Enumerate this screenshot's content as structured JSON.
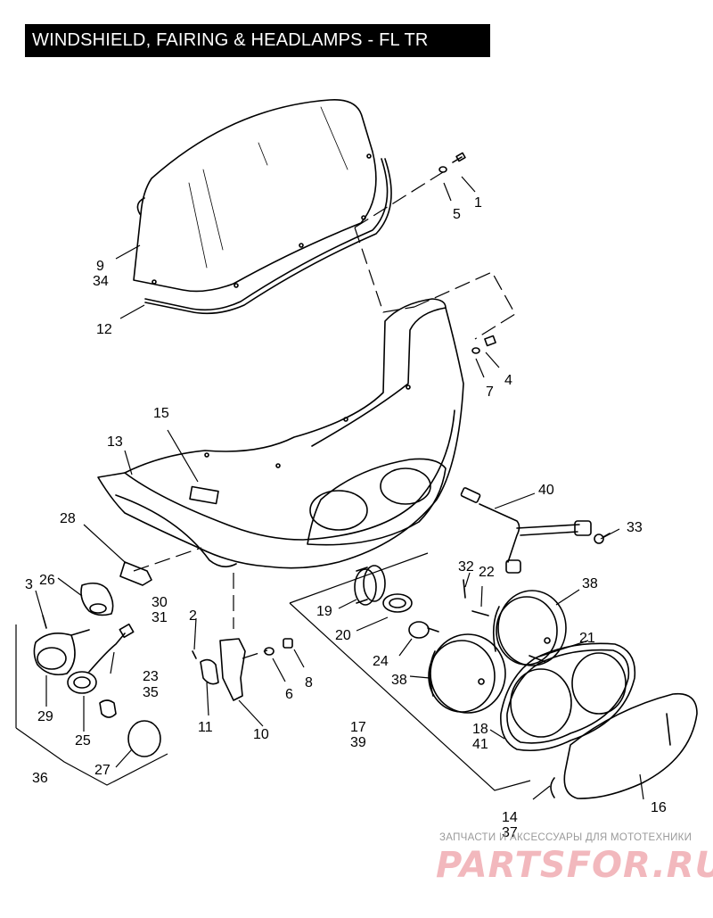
{
  "title": "WINDSHIELD, FAIRING & HEADLAMPS - FL TR",
  "callouts": [
    {
      "id": "c1",
      "text": "1"
    },
    {
      "id": "c5",
      "text": "5"
    },
    {
      "id": "c9",
      "text": "9"
    },
    {
      "id": "c34",
      "text": "34"
    },
    {
      "id": "c12",
      "text": "12"
    },
    {
      "id": "c7",
      "text": "7"
    },
    {
      "id": "c4",
      "text": "4"
    },
    {
      "id": "c15",
      "text": "15"
    },
    {
      "id": "c13",
      "text": "13"
    },
    {
      "id": "c40",
      "text": "40"
    },
    {
      "id": "c33",
      "text": "33"
    },
    {
      "id": "c28",
      "text": "28"
    },
    {
      "id": "c32",
      "text": "32"
    },
    {
      "id": "c22",
      "text": "22"
    },
    {
      "id": "c38a",
      "text": "38"
    },
    {
      "id": "c26",
      "text": "26"
    },
    {
      "id": "c3",
      "text": "3"
    },
    {
      "id": "c30",
      "text": "30"
    },
    {
      "id": "c31",
      "text": "31"
    },
    {
      "id": "c19",
      "text": "19"
    },
    {
      "id": "c2",
      "text": "2"
    },
    {
      "id": "c20",
      "text": "20"
    },
    {
      "id": "c21",
      "text": "21"
    },
    {
      "id": "c24",
      "text": "24"
    },
    {
      "id": "c8",
      "text": "8"
    },
    {
      "id": "c6",
      "text": "6"
    },
    {
      "id": "c23",
      "text": "23"
    },
    {
      "id": "c35",
      "text": "35"
    },
    {
      "id": "c38b",
      "text": "38"
    },
    {
      "id": "c29",
      "text": "29"
    },
    {
      "id": "c11",
      "text": "11"
    },
    {
      "id": "c17",
      "text": "17"
    },
    {
      "id": "c39",
      "text": "39"
    },
    {
      "id": "c10",
      "text": "10"
    },
    {
      "id": "c18",
      "text": "18"
    },
    {
      "id": "c41",
      "text": "41"
    },
    {
      "id": "c25",
      "text": "25"
    },
    {
      "id": "c27",
      "text": "27"
    },
    {
      "id": "c36",
      "text": "36"
    },
    {
      "id": "c16",
      "text": "16"
    },
    {
      "id": "c14",
      "text": "14"
    },
    {
      "id": "c37",
      "text": "37"
    }
  ],
  "watermark": {
    "caption": "ЗАПЧАСТИ И АКСЕССУАРЫ ДЛЯ МОТОТЕХНИКИ",
    "logo": "PARTSFOR.RU"
  }
}
